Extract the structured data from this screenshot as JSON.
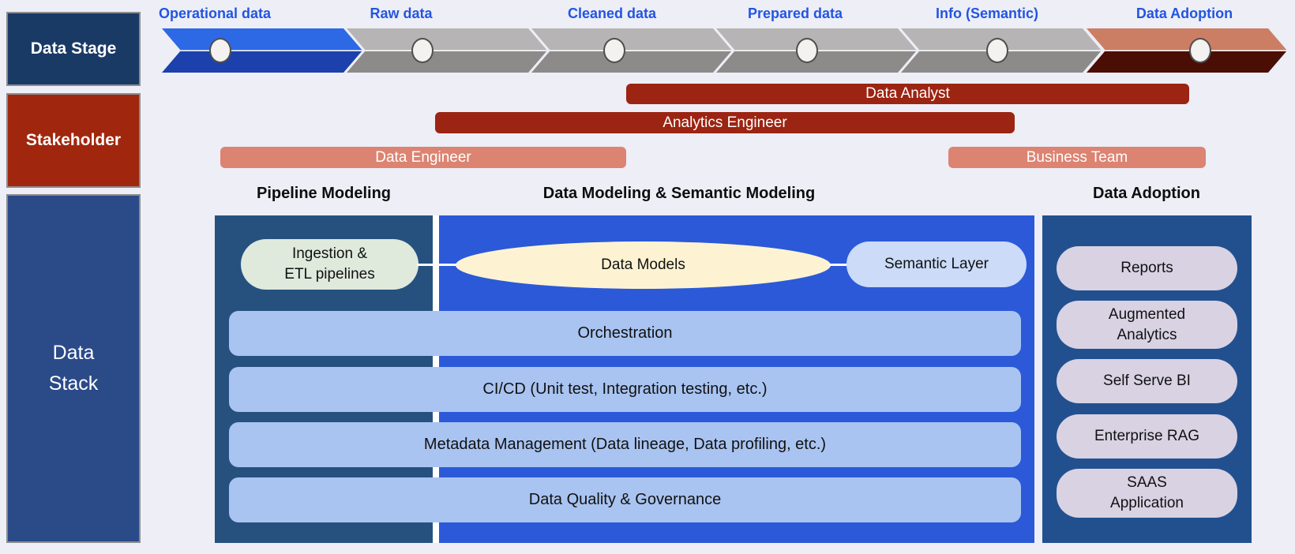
{
  "colors": {
    "background": "#edeef6",
    "stage_box": "#1a3a66",
    "stakeholder_box": "#a1260e",
    "stack_box": "#2b4a88",
    "chevron_blue_top": "#2e69e5",
    "chevron_blue_bottom": "#1c40ac",
    "chevron_gray_top": "#b6b4b4",
    "chevron_gray_bottom": "#8d8a8a",
    "chevron_salmon_top": "#cc7e64",
    "chevron_maroon_bottom": "#4a0e04",
    "stage_label_text": "#2355e0",
    "stakeholder_bar_dark_red": "#9c2412",
    "stakeholder_bar_salmon": "#dc8371",
    "panel_pipeline_blue": "#26517f",
    "panel_modeling_blue": "#2b59d8",
    "panel_adoption_blue": "#22508f",
    "layer_bar_blue": "#a9c4f1",
    "pill_sage_green": "#dfe9dc",
    "pill_cream": "#fdf3d2",
    "pill_light_blue": "#cbdbf8",
    "pill_lavender": "#d8d2e3"
  },
  "rows": {
    "stage": {
      "label": "Data Stage"
    },
    "stakeholder": {
      "label": "Stakeholder"
    },
    "stack": {
      "label": "Data Stack"
    }
  },
  "stages": [
    {
      "label": "Operational data"
    },
    {
      "label": "Raw data"
    },
    {
      "label": "Cleaned data"
    },
    {
      "label": "Prepared data"
    },
    {
      "label": "Info (Semantic)"
    },
    {
      "label": "Data Adoption"
    }
  ],
  "stakeholders": [
    {
      "label": "Data Analyst"
    },
    {
      "label": "Analytics Engineer"
    },
    {
      "label": "Data Engineer"
    },
    {
      "label": "Business Team"
    }
  ],
  "stack": {
    "headers": [
      {
        "label": "Pipeline Modeling"
      },
      {
        "label": "Data Modeling & Semantic Modeling"
      },
      {
        "label": "Data Adoption"
      }
    ],
    "pills": {
      "ingestion": "Ingestion &\nETL pipelines",
      "data_models": "Data Models",
      "semantic_layer": "Semantic Layer"
    },
    "layers": [
      {
        "label": "Orchestration"
      },
      {
        "label": "CI/CD (Unit test, Integration testing, etc.)"
      },
      {
        "label": "Metadata Management (Data lineage, Data profiling, etc.)"
      },
      {
        "label": "Data Quality & Governance"
      }
    ],
    "adoption_pills": [
      {
        "label": "Reports"
      },
      {
        "label": "Augmented\nAnalytics"
      },
      {
        "label": "Self Serve BI"
      },
      {
        "label": "Enterprise RAG"
      },
      {
        "label": "SAAS\nApplication"
      }
    ]
  }
}
